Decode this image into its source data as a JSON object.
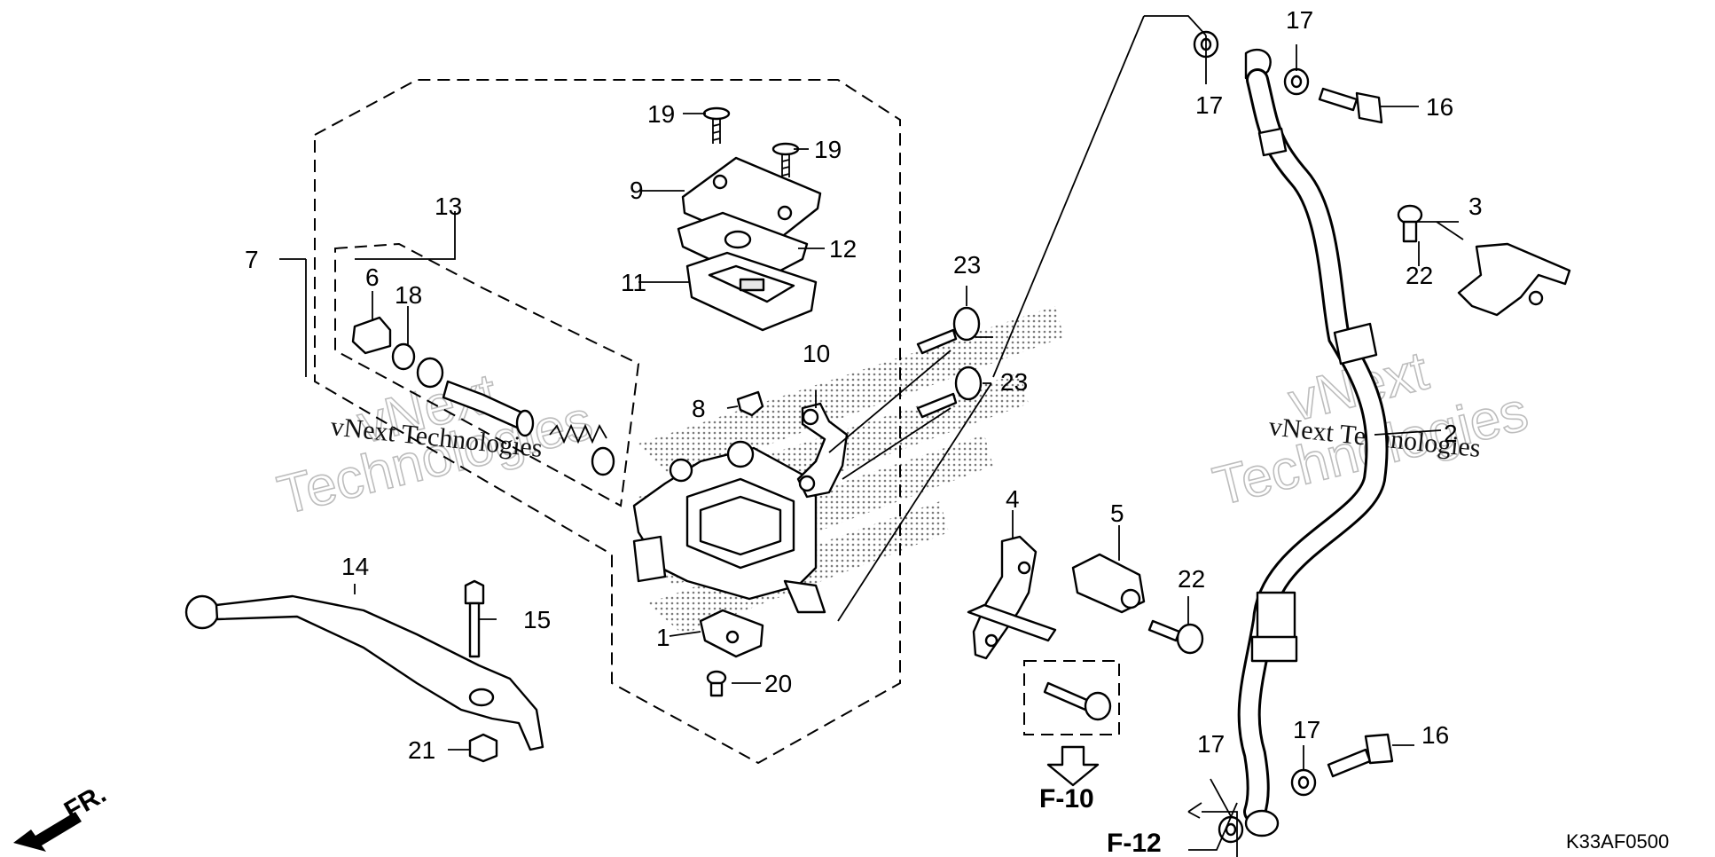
{
  "diagram": {
    "callouts": {
      "p1": "1",
      "p2": "2",
      "p3": "3",
      "p4": "4",
      "p5": "5",
      "p6": "6",
      "p7": "7",
      "p8": "8",
      "p9": "9",
      "p10": "10",
      "p11": "11",
      "p12": "12",
      "p13": "13",
      "p14": "14",
      "p15": "15",
      "p16a": "16",
      "p16b": "16",
      "p17a": "17",
      "p17b": "17",
      "p17c": "17",
      "p17d": "17",
      "p18": "18",
      "p19a": "19",
      "p19b": "19",
      "p20": "20",
      "p21": "21",
      "p22a": "22",
      "p22b": "22",
      "p23a": "23",
      "p23b": "23"
    },
    "references": {
      "f10": "F-10",
      "f12": "F-12",
      "front": "FR."
    },
    "diagram_code": "K33AF0500",
    "watermarks": {
      "left_script": "vNext Technologies",
      "left_outline_1": "vNext",
      "left_outline_2": "Technologies",
      "right_script": "vNext Technologies",
      "right_outline_1": "vNext",
      "right_outline_2": "Technologies"
    }
  }
}
